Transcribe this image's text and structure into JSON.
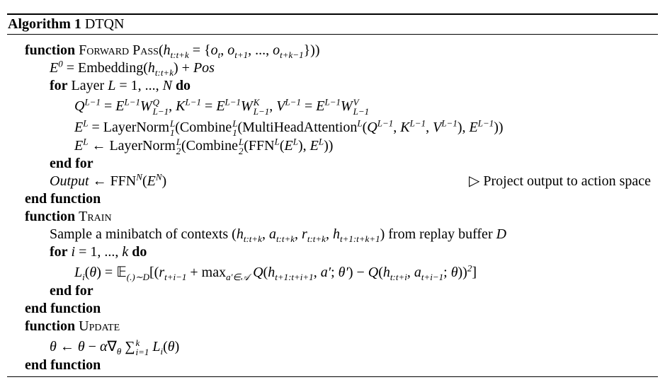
{
  "algorithm": {
    "label": "Algorithm 1",
    "name": "DTQN",
    "lines": [
      {
        "indent": 0,
        "segs": [
          {
            "t": "function",
            "s": "k"
          },
          {
            "t": " ",
            "s": "r"
          },
          {
            "t": "Forward Pass",
            "s": "sc"
          },
          {
            "t": "(",
            "s": "r"
          },
          {
            "t": "h",
            "s": "i",
            "sub": "t:t+k"
          },
          {
            "t": " = {",
            "s": "r"
          },
          {
            "t": "o",
            "s": "i",
            "sub": "t"
          },
          {
            "t": ", ",
            "s": "r"
          },
          {
            "t": "o",
            "s": "i",
            "sub": "t+1"
          },
          {
            "t": ", ..., ",
            "s": "r"
          },
          {
            "t": "o",
            "s": "i",
            "sub": "t+k−1"
          },
          {
            "t": "}))",
            "s": "r"
          }
        ]
      },
      {
        "indent": 1,
        "segs": [
          {
            "t": "E",
            "s": "i",
            "sup": "0"
          },
          {
            "t": " = Embedding(",
            "s": "r"
          },
          {
            "t": "h",
            "s": "i",
            "sub": "t:t+k"
          },
          {
            "t": ") + ",
            "s": "r"
          },
          {
            "t": "Pos",
            "s": "i"
          }
        ]
      },
      {
        "indent": 1,
        "segs": [
          {
            "t": "for",
            "s": "k"
          },
          {
            "t": " Layer ",
            "s": "r"
          },
          {
            "t": "L",
            "s": "i"
          },
          {
            "t": " = 1, ..., ",
            "s": "r"
          },
          {
            "t": "N",
            "s": "i"
          },
          {
            "t": " ",
            "s": "r"
          },
          {
            "t": "do",
            "s": "k"
          }
        ]
      },
      {
        "indent": 2,
        "tall": true,
        "segs": [
          {
            "t": "Q",
            "s": "i",
            "sup": "L−1"
          },
          {
            "t": " = ",
            "s": "r"
          },
          {
            "t": "E",
            "s": "i",
            "sup": "L−1"
          },
          {
            "t": "W",
            "s": "i",
            "sup": "Q",
            "sub": "L−1"
          },
          {
            "t": ", ",
            "s": "r"
          },
          {
            "t": "K",
            "s": "i",
            "sup": "L−1"
          },
          {
            "t": " = ",
            "s": "r"
          },
          {
            "t": "E",
            "s": "i",
            "sup": "L−1"
          },
          {
            "t": "W",
            "s": "i",
            "sup": "K",
            "sub": "L−1"
          },
          {
            "t": ", ",
            "s": "r"
          },
          {
            "t": "V",
            "s": "i",
            "sup": "L−1"
          },
          {
            "t": " = ",
            "s": "r"
          },
          {
            "t": "E",
            "s": "i",
            "sup": "L−1"
          },
          {
            "t": "W",
            "s": "i",
            "sup": "V",
            "sub": "L−1"
          }
        ]
      },
      {
        "indent": 2,
        "tall": true,
        "segs": [
          {
            "t": "E",
            "s": "i",
            "sup": "L"
          },
          {
            "t": " = LayerNorm",
            "s": "r",
            "sup": "L",
            "sub": "1"
          },
          {
            "t": "(Combine",
            "s": "r",
            "sup": "L",
            "sub": "1"
          },
          {
            "t": "(MultiHeadAttention",
            "s": "r",
            "sup": "L"
          },
          {
            "t": "(",
            "s": "r"
          },
          {
            "t": "Q",
            "s": "i",
            "sup": "L−1"
          },
          {
            "t": ", ",
            "s": "r"
          },
          {
            "t": "K",
            "s": "i",
            "sup": "L−1"
          },
          {
            "t": ", ",
            "s": "r"
          },
          {
            "t": "V",
            "s": "i",
            "sup": "L−1"
          },
          {
            "t": "), ",
            "s": "r"
          },
          {
            "t": "E",
            "s": "i",
            "sup": "L−1"
          },
          {
            "t": "))",
            "s": "r"
          }
        ]
      },
      {
        "indent": 2,
        "segs": [
          {
            "t": "E",
            "s": "i",
            "sup": "L"
          },
          {
            "t": " ← LayerNorm",
            "s": "r",
            "sup": "L",
            "sub": "2"
          },
          {
            "t": "(Combine",
            "s": "r",
            "sup": "L",
            "sub": "2"
          },
          {
            "t": "(FFN",
            "s": "r",
            "sup": "L"
          },
          {
            "t": "(",
            "s": "r"
          },
          {
            "t": "E",
            "s": "i",
            "sup": "L"
          },
          {
            "t": "), ",
            "s": "r"
          },
          {
            "t": "E",
            "s": "i",
            "sup": "L"
          },
          {
            "t": "))",
            "s": "r"
          }
        ]
      },
      {
        "indent": 1,
        "segs": [
          {
            "t": "end for",
            "s": "k"
          }
        ]
      },
      {
        "indent": 1,
        "segs": [
          {
            "t": "Output",
            "s": "i"
          },
          {
            "t": " ← FFN",
            "s": "r",
            "sup": "N"
          },
          {
            "t": "(",
            "s": "r"
          },
          {
            "t": "E",
            "s": "i",
            "sup": "N"
          },
          {
            "t": ")",
            "s": "r"
          }
        ],
        "comment": "▷ Project output to action space"
      },
      {
        "indent": 0,
        "segs": [
          {
            "t": "end function",
            "s": "k"
          }
        ]
      },
      {
        "indent": 0,
        "segs": [
          {
            "t": "function",
            "s": "k"
          },
          {
            "t": " ",
            "s": "r"
          },
          {
            "t": "Train",
            "s": "sc"
          }
        ]
      },
      {
        "indent": 1,
        "segs": [
          {
            "t": "Sample a minibatch of contexts (",
            "s": "r"
          },
          {
            "t": "h",
            "s": "i",
            "sub": "t:t+k"
          },
          {
            "t": ", ",
            "s": "r"
          },
          {
            "t": "a",
            "s": "i",
            "sub": "t:t+k"
          },
          {
            "t": ", ",
            "s": "r"
          },
          {
            "t": "r",
            "s": "i",
            "sub": "t:t+k"
          },
          {
            "t": ", ",
            "s": "r"
          },
          {
            "t": "h",
            "s": "i",
            "sub": "t+1:t+k+1"
          },
          {
            "t": ") from replay buffer ",
            "s": "r"
          },
          {
            "t": "D",
            "s": "i"
          }
        ]
      },
      {
        "indent": 1,
        "segs": [
          {
            "t": "for",
            "s": "k"
          },
          {
            "t": " ",
            "s": "r"
          },
          {
            "t": "i",
            "s": "i"
          },
          {
            "t": " = 1, ..., ",
            "s": "r"
          },
          {
            "t": "k",
            "s": "i"
          },
          {
            "t": " ",
            "s": "r"
          },
          {
            "t": "do",
            "s": "k"
          }
        ]
      },
      {
        "indent": 2,
        "tall": true,
        "segs": [
          {
            "t": "L",
            "s": "i",
            "sub": "i"
          },
          {
            "t": "(",
            "s": "r"
          },
          {
            "t": "θ",
            "s": "i"
          },
          {
            "t": ") = 𝔼",
            "s": "r",
            "sub": "(.)∼D"
          },
          {
            "t": "[(",
            "s": "r"
          },
          {
            "t": "r",
            "s": "i",
            "sub": "t+i−1"
          },
          {
            "t": " + max",
            "s": "r",
            "sub": "a′∈𝒜"
          },
          {
            "t": " Q",
            "s": "i"
          },
          {
            "t": "(",
            "s": "r"
          },
          {
            "t": "h",
            "s": "i",
            "sub": "t+1:t+i+1"
          },
          {
            "t": ", ",
            "s": "r"
          },
          {
            "t": "a′",
            "s": "i"
          },
          {
            "t": "; ",
            "s": "r"
          },
          {
            "t": "θ′",
            "s": "i"
          },
          {
            "t": ") − ",
            "s": "r"
          },
          {
            "t": "Q",
            "s": "i"
          },
          {
            "t": "(",
            "s": "r"
          },
          {
            "t": "h",
            "s": "i",
            "sub": "t:t+i"
          },
          {
            "t": ", ",
            "s": "r"
          },
          {
            "t": "a",
            "s": "i",
            "sub": "t+i−1"
          },
          {
            "t": "; ",
            "s": "r"
          },
          {
            "t": "θ",
            "s": "i"
          },
          {
            "t": "))",
            "s": "r",
            "sup": "2"
          },
          {
            "t": "]",
            "s": "r"
          }
        ]
      },
      {
        "indent": 1,
        "segs": [
          {
            "t": "end for",
            "s": "k"
          }
        ]
      },
      {
        "indent": 0,
        "segs": [
          {
            "t": "end function",
            "s": "k"
          }
        ]
      },
      {
        "indent": 0,
        "segs": [
          {
            "t": "function",
            "s": "k"
          },
          {
            "t": " ",
            "s": "r"
          },
          {
            "t": "Update",
            "s": "sc"
          }
        ]
      },
      {
        "indent": 1,
        "tall": true,
        "segs": [
          {
            "t": "θ",
            "s": "i"
          },
          {
            "t": " ← ",
            "s": "r"
          },
          {
            "t": "θ",
            "s": "i"
          },
          {
            "t": " − ",
            "s": "r"
          },
          {
            "t": "α",
            "s": "i"
          },
          {
            "t": "∇",
            "s": "r",
            "sub": "θ"
          },
          {
            "t": " ∑",
            "s": "r",
            "sup": "k",
            "sub": "i=1"
          },
          {
            "t": " L",
            "s": "i",
            "sub": "i"
          },
          {
            "t": "(",
            "s": "r"
          },
          {
            "t": "θ",
            "s": "i"
          },
          {
            "t": ")",
            "s": "r"
          }
        ]
      },
      {
        "indent": 0,
        "segs": [
          {
            "t": "end function",
            "s": "k"
          }
        ]
      }
    ]
  }
}
